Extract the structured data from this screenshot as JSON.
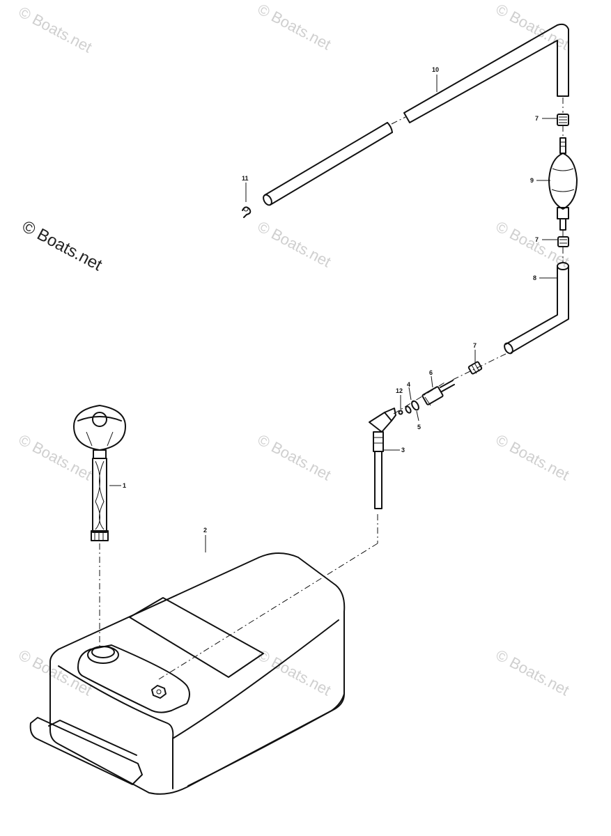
{
  "watermark": {
    "text": "© Boats.net",
    "prominent_text": "© Boats.net"
  },
  "callouts": {
    "p1": "1",
    "p2": "2",
    "p3": "3",
    "p4": "4",
    "p5": "5",
    "p6": "6",
    "p7a": "7",
    "p7b": "7",
    "p7c": "7",
    "p8": "8",
    "p9": "9",
    "p10": "10",
    "p11": "11",
    "p12": "12"
  }
}
